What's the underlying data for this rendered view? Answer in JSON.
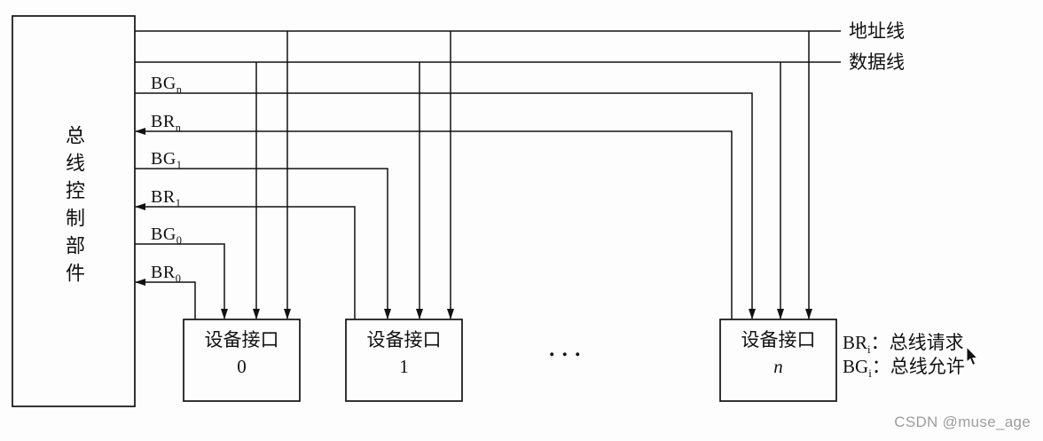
{
  "diagram": {
    "control_unit": {
      "label": "总线控制部件"
    },
    "bus_labels": {
      "address": "地址线",
      "data": "数据线"
    },
    "signals": [
      {
        "base": "BG",
        "sub": "n"
      },
      {
        "base": "BR",
        "sub": "n"
      },
      {
        "base": "BG",
        "sub": "1"
      },
      {
        "base": "BR",
        "sub": "1"
      },
      {
        "base": "BG",
        "sub": "0"
      },
      {
        "base": "BR",
        "sub": "0"
      }
    ],
    "devices": [
      {
        "label": "设备接口",
        "id": "0"
      },
      {
        "label": "设备接口",
        "id": "1"
      },
      {
        "label": "设备接口",
        "id": "n"
      }
    ],
    "ellipsis": "...",
    "legend": [
      {
        "base": "BR",
        "sub": "i",
        "text": "：总线请求"
      },
      {
        "base": "BG",
        "sub": "i",
        "text": "：总线允许"
      }
    ],
    "line_color": "#111111"
  },
  "watermark": "CSDN @muse_age"
}
